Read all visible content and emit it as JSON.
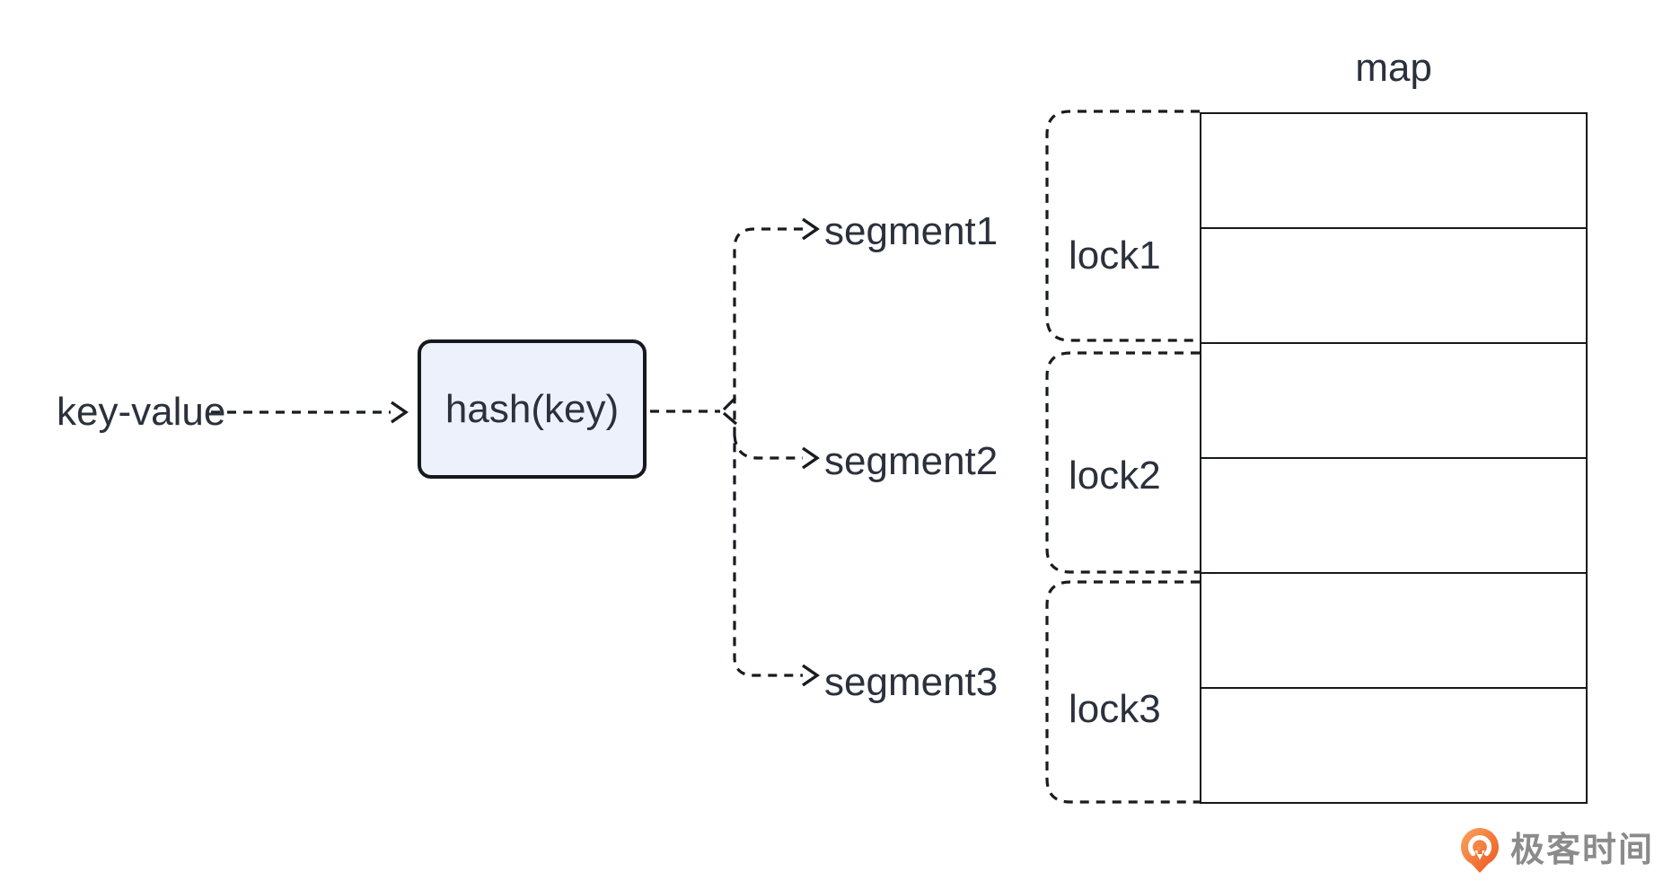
{
  "diagram": {
    "input_label": "key-value",
    "hash_label": "hash(key)",
    "segments": [
      "segment1",
      "segment2",
      "segment3"
    ],
    "locks": [
      "lock1",
      "lock2",
      "lock3"
    ],
    "map": {
      "title": "map",
      "row_count": 6
    }
  },
  "branding": {
    "name": "极客时间"
  },
  "colors": {
    "ink": "#181b20",
    "text": "#2b313c",
    "hash_box_fill": "#edf1fb",
    "logo_orange_light": "#f8a55b",
    "logo_orange_dark": "#ec5420",
    "logo_text_gray": "#8b8b8b"
  }
}
